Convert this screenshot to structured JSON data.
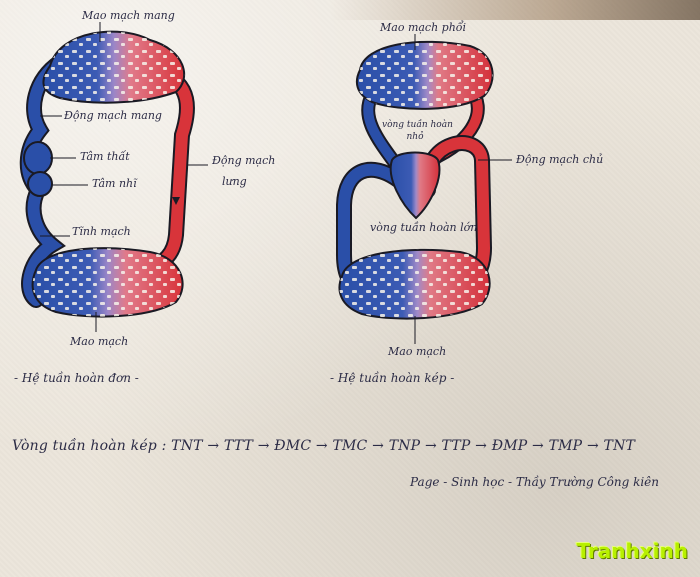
{
  "single_circuit": {
    "label_gill_capillary": "Mao mạch mang",
    "label_gill_artery": "Động mạch mang",
    "label_ventricle": "Tâm thất",
    "label_atrium": "Tâm nhĩ",
    "label_vein": "Tĩnh mạch",
    "label_dorsal_artery_1": "Động mạch",
    "label_dorsal_artery_2": "lưng",
    "label_capillary": "Mao mạch",
    "caption": "- Hệ tuần hoàn đơn -"
  },
  "double_circuit": {
    "label_lung_capillary": "Mao mạch phổi",
    "label_pulmonary_1": "vòng tuần hoàn",
    "label_pulmonary_2": "nhỏ",
    "label_aorta": "Động mạch chủ",
    "label_systemic": "vòng tuần hoàn lớn",
    "label_capillary": "Mao mạch",
    "caption": "- Hệ tuần hoàn kép -"
  },
  "sequence": {
    "text": "Vòng tuần hoàn kép : TNT → TTT → ĐMC → TMC → TNP → TTP → ĐMP → TMP → TNT"
  },
  "credit": "Page - Sinh học - Thầy Trường Công kiên",
  "watermark": "Tranhxinh",
  "colors": {
    "blue": "#2a4fa8",
    "red": "#d8343a",
    "violet": "#9a86c8",
    "outline": "#1a1a24"
  }
}
